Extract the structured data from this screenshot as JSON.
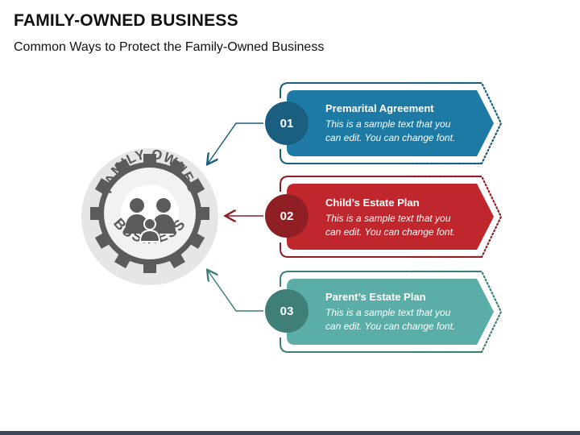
{
  "header": {
    "title": "FAMILY-OWNED BUSINESS",
    "subtitle": "Common Ways to Protect the Family-Owned Business"
  },
  "center": {
    "icon": "family-gear-icon",
    "ring_top": "FAMILY-OWNED",
    "ring_bottom": "BUSINESS"
  },
  "items": [
    {
      "number": "01",
      "title": "Premarital Agreement",
      "desc_line1": "This is a sample text that you",
      "desc_line2": "can edit. You can change font.",
      "color": "#1c7aa5",
      "dark": "#1b5f80"
    },
    {
      "number": "02",
      "title": "Child’s Estate Plan",
      "desc_line1": "This is a sample text that you",
      "desc_line2": "can edit. You can change font.",
      "color": "#c0272d",
      "dark": "#8f1f25"
    },
    {
      "number": "03",
      "title": "Parent’s Estate Plan",
      "desc_line1": "This is a sample text that you",
      "desc_line2": "can edit. You can change font.",
      "color": "#5aaea7",
      "dark": "#3f7f7a"
    }
  ]
}
